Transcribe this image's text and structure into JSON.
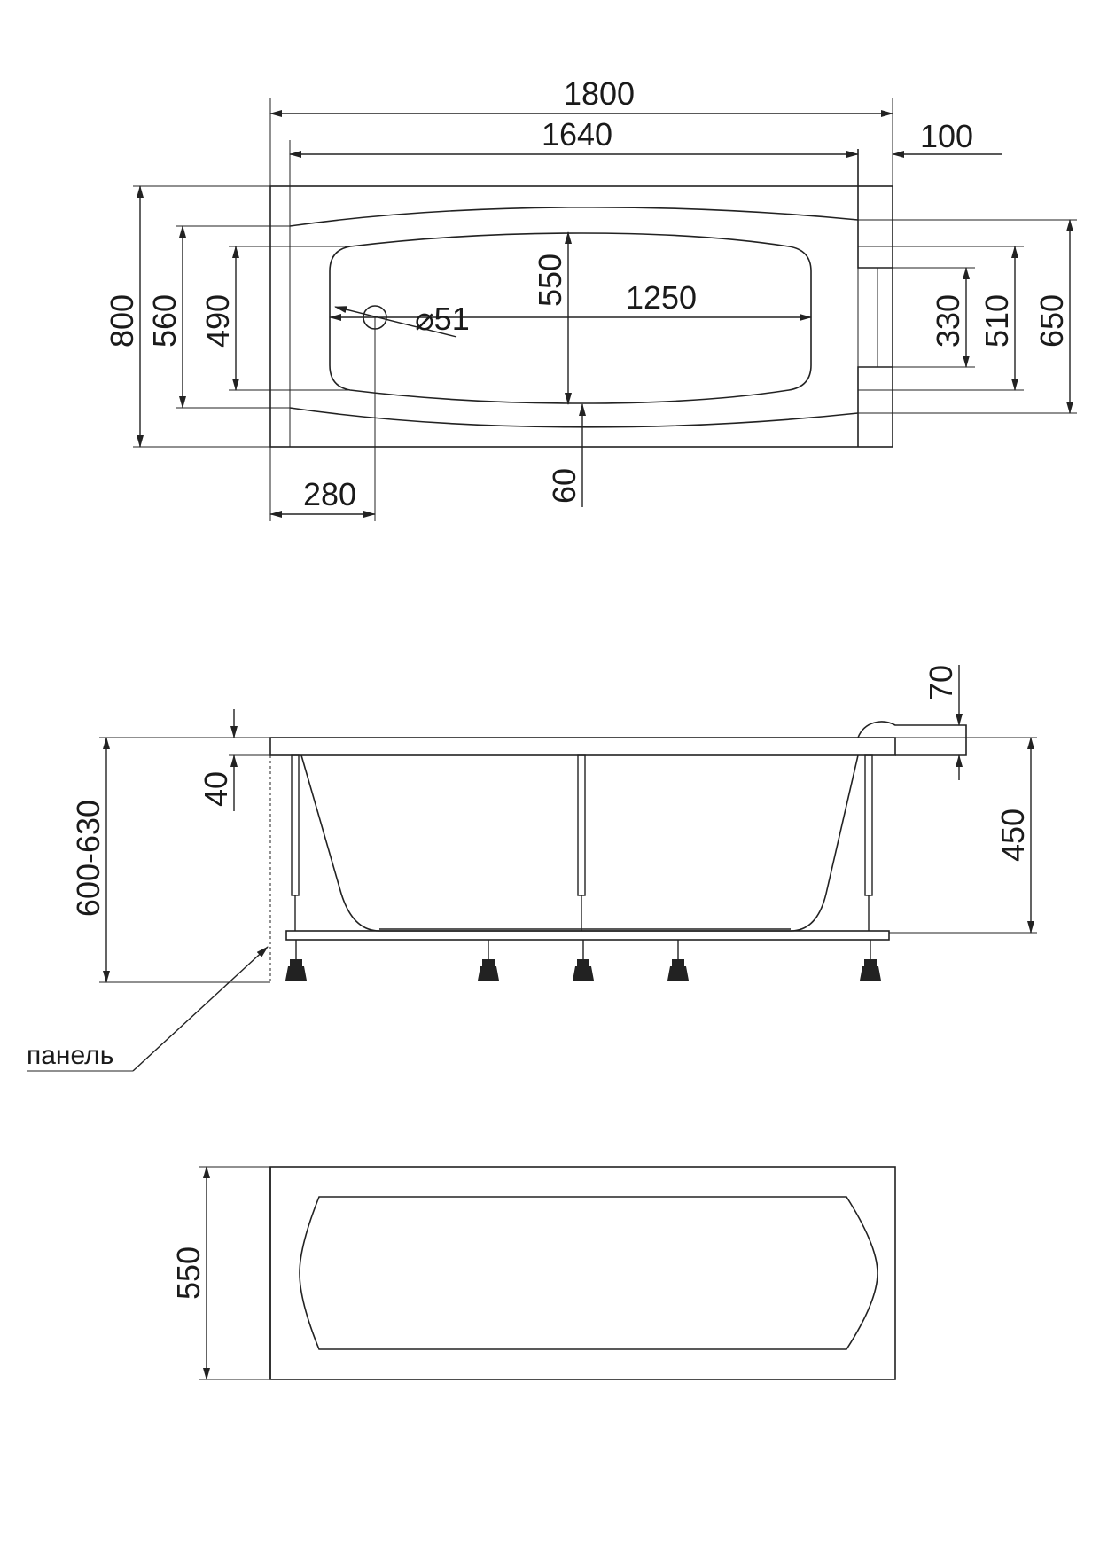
{
  "plan_view": {
    "overall_length": "1800",
    "inner_length": "1640",
    "side_offset": "100",
    "overall_width": "800",
    "width_560": "560",
    "width_490": "490",
    "depth_550": "550",
    "bowl_length": "1250",
    "drain_diameter": "⌀51",
    "width_330": "330",
    "width_510": "510",
    "width_650": "650",
    "drain_offset": "280",
    "rim_60": "60"
  },
  "side_view": {
    "rim_70": "70",
    "rim_40": "40",
    "height_range": "600-630",
    "depth_450": "450",
    "panel_label": "панель"
  },
  "panel_view": {
    "panel_height": "550"
  }
}
